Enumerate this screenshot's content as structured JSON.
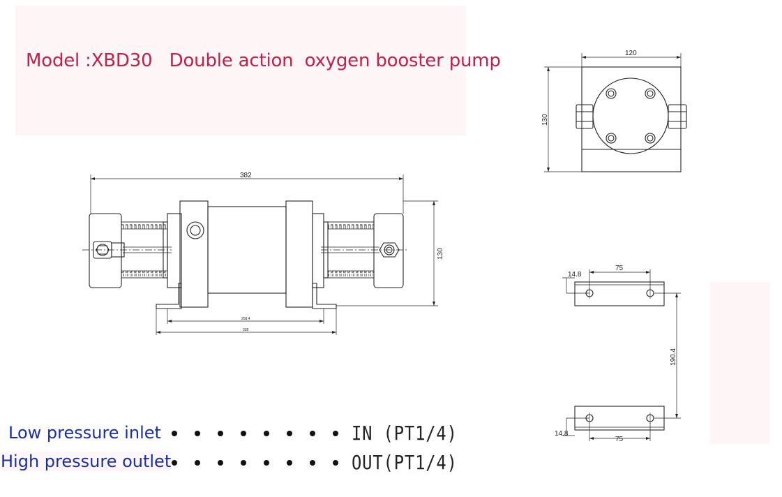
{
  "title": "Model :XBD30   Double action  oxygen booster pump",
  "ports": [
    {
      "label": "Low pressure inlet",
      "spec": "IN (PT1/4)"
    },
    {
      "label": "High pressure outlet",
      "spec": "OUT(PT1/4)"
    }
  ],
  "dimensions": {
    "side_length": "382",
    "side_height": "130",
    "side_mount_inner": "258.4",
    "side_mount_outer": "328",
    "end_width": "120",
    "end_height": "130",
    "foot_spacing": "75",
    "foot_offset": "14.8",
    "foot_distance": "190.4"
  }
}
